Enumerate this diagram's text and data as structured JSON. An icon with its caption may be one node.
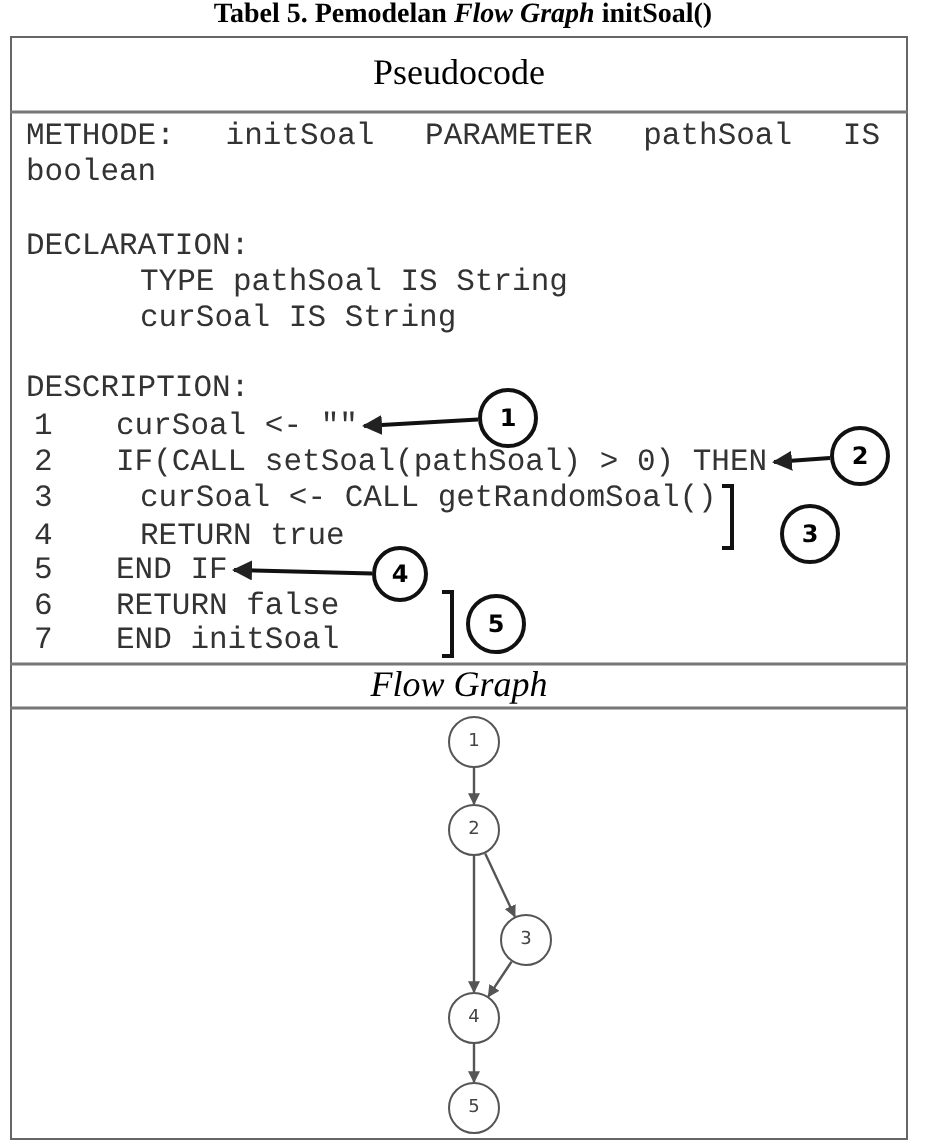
{
  "diagram": {
    "title": "Tabel 5. Pemodelan *Flow Graph* initSoal()",
    "nodes": [
      {
        "text": [
          "curSoal <- \"\""
        ]
      },
      {
        "text": [
          "1"
        ]
      },
      {
        "text": [
          "IF(CALL setSoal(pathSoal) > 0) THEN"
        ]
      },
      {
        "text": [
          "2"
        ]
      },
      {
        "text": [
          "3"
        ]
      },
      {
        "text": [
          "END IF"
        ]
      },
      {
        "text": [
          "4"
        ]
      },
      {
        "text": [
          "5"
        ]
      },
      {
        "text": [
          "1"
        ]
      },
      {
        "text": [
          "2"
        ]
      },
      {
        "text": [
          "3"
        ]
      },
      {
        "text": [
          "4"
        ]
      },
      {
        "text": [
          "5"
        ]
      }
    ],
    "edges": [
      {
        "from": 1,
        "to": 0,
        "arrow": "to"
      },
      {
        "from": 3,
        "to": 2,
        "arrow": "to"
      },
      {
        "from": 6,
        "to": 5,
        "arrow": "to"
      },
      {
        "from": 8,
        "to": 9,
        "arrow": "to"
      },
      {
        "from": 9,
        "to": 11,
        "arrow": "to"
      },
      {
        "from": 9,
        "to": 10,
        "arrow": "to"
      },
      {
        "from": 10,
        "to": 11,
        "arrow": "to"
      },
      {
        "from": 11,
        "to": 12,
        "arrow": "to"
      }
    ],
    "labels": [
      "Pseudocode",
      "METHODE: initSoal PARAMETER pathSoal IS boolean",
      "DECLARATION:",
      "TYPE pathSoal IS String",
      "curSoal IS String",
      "DESCRIPTION:",
      "1",
      "2",
      "3",
      "curSoal <- CALL getRandomSoal()",
      "4",
      "RETURN true",
      "5",
      "6",
      "RETURN false",
      "7",
      "END initSoal",
      "Flow Graph"
    ]
  }
}
